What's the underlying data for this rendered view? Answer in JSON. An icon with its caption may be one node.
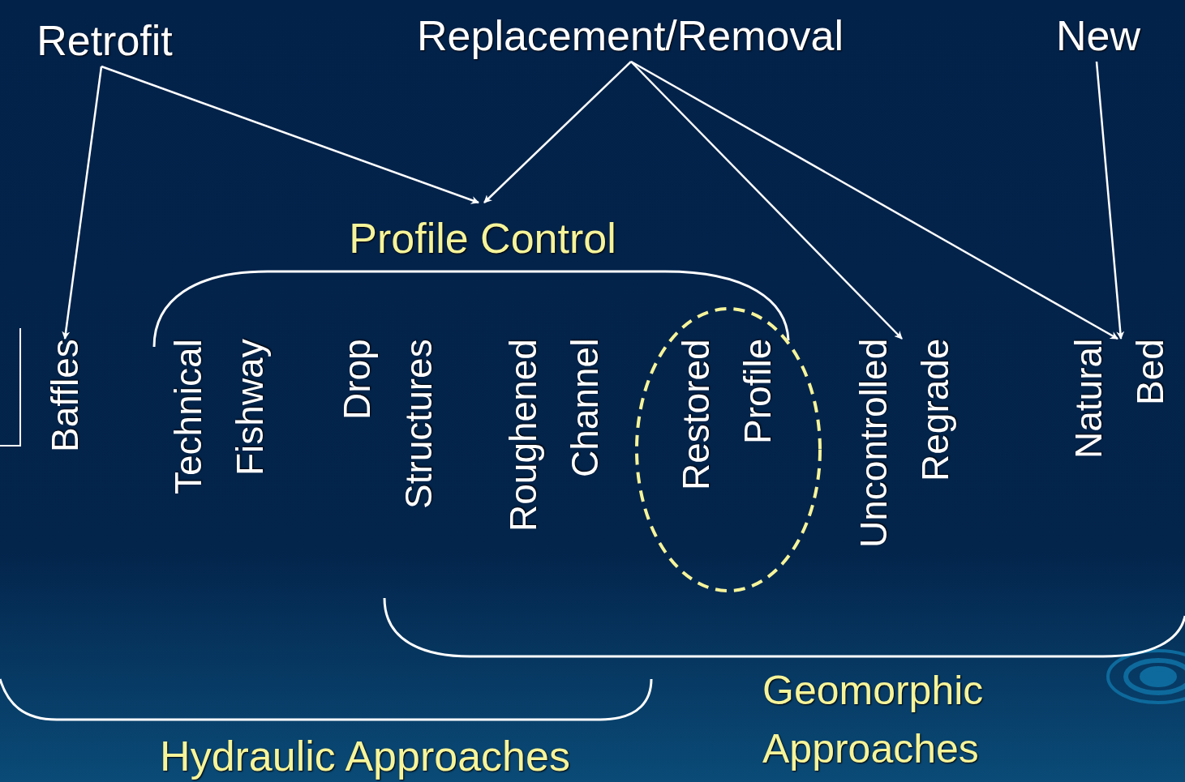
{
  "diagram": {
    "nodes": [
      {
        "text": [
          "Retrofit"
        ]
      },
      {
        "text": [
          "Replacement/Removal"
        ]
      },
      {
        "text": [
          "New"
        ]
      },
      {
        "text": [
          "Profile Control"
        ]
      },
      {
        "text": [
          "Baffles"
        ]
      },
      {
        "text": [
          "Technical Fishway"
        ]
      },
      {
        "text": [
          "Drop Structures"
        ]
      },
      {
        "text": [
          "Roughened Channel"
        ]
      },
      {
        "text": [
          "Restored Profile"
        ]
      },
      {
        "text": [
          "Uncontrolled Regrade"
        ]
      },
      {
        "text": [
          "Natural Bed"
        ]
      },
      {
        "text": [
          "Geomorphic Approaches"
        ]
      },
      {
        "text": [
          "Hydraulic Approaches"
        ]
      }
    ],
    "edges": [
      {
        "from": 0,
        "to": 4,
        "arrow": "to"
      },
      {
        "from": 0,
        "to": 3,
        "arrow": "to"
      },
      {
        "from": 1,
        "to": 3,
        "arrow": "to"
      },
      {
        "from": 1,
        "to": 9,
        "arrow": "to"
      },
      {
        "from": 1,
        "to": 10,
        "arrow": "to"
      },
      {
        "from": 2,
        "to": 10,
        "arrow": "to"
      }
    ]
  }
}
